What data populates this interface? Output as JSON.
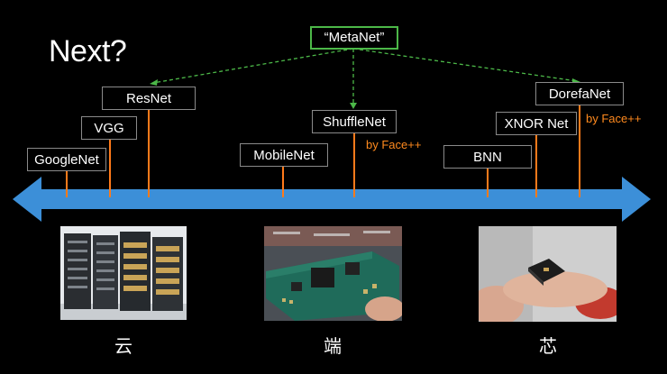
{
  "slide": {
    "title": "Next?",
    "meta_box": "“MetaNet”",
    "models": {
      "googlenet": "GoogleNet",
      "vgg": "VGG",
      "resnet": "ResNet",
      "mobilenet": "MobileNet",
      "shufflenet": "ShuffleNet",
      "bnn": "BNN",
      "xnor": "XNOR Net",
      "dorefa": "DorefaNet"
    },
    "notes": {
      "shufflenet_by": "by Face++",
      "dorefa_by": "by Face++"
    },
    "captions": {
      "cloud": "云",
      "edge": "端",
      "chip": "芯"
    },
    "images": {
      "cloud": "server-racks-photo",
      "edge": "circuit-board-photo",
      "chip": "chip-on-finger-photo"
    },
    "colors": {
      "background": "#000000",
      "arrow": "#3c8fd8",
      "connector": "#ff7a1a",
      "meta_link": "#4cb848",
      "note": "#ff8a1e"
    }
  }
}
